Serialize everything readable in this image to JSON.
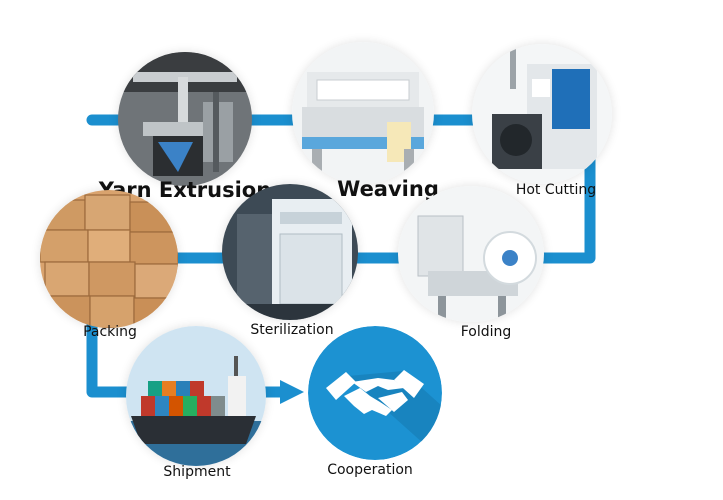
{
  "colors": {
    "flow_line": "#1b8fcf",
    "coop_circle": "#1c92d2",
    "handshake": "#ffffff"
  },
  "steps": [
    {
      "label": "Yarn Extrusion",
      "icon": "yarn-extrusion-machine-photo"
    },
    {
      "label": "Weaving",
      "icon": "weaving-loom-photo"
    },
    {
      "label": "Hot Cutting",
      "icon": "hot-cutting-machine-photo"
    },
    {
      "label": "Folding",
      "icon": "folding-machine-photo"
    },
    {
      "label": "Sterilization",
      "icon": "sterilization-cabinet-photo"
    },
    {
      "label": "Packing",
      "icon": "cardboard-boxes-photo"
    },
    {
      "label": "Shipment",
      "icon": "container-ship-photo"
    },
    {
      "label": "Cooperation",
      "icon": "handshake-icon"
    }
  ]
}
